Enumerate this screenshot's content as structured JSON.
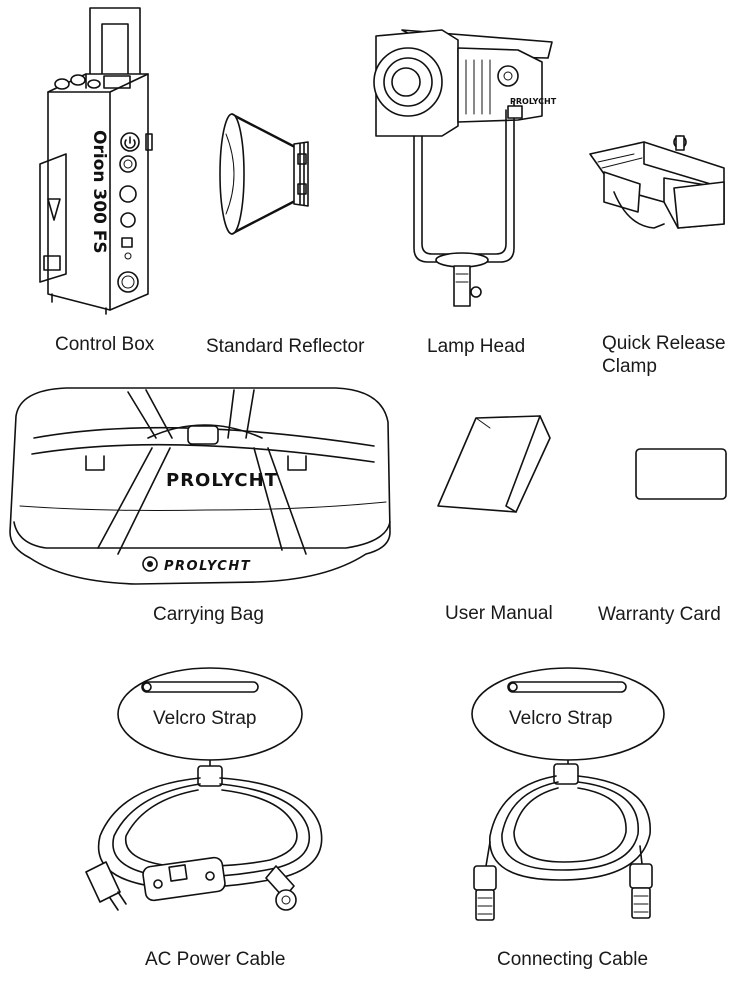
{
  "items": {
    "control_box": {
      "label": "Control Box",
      "model_text": "Orion 300 FS"
    },
    "standard_reflector": {
      "label": "Standard Reflector"
    },
    "lamp_head": {
      "label": "Lamp Head",
      "brand_text": "PROLYCHT"
    },
    "quick_release_clamp": {
      "label": "Quick Release\nClamp"
    },
    "carrying_bag": {
      "label": "Carrying Bag",
      "brand_text_top": "PROLYCHT",
      "brand_text_side": "PROLYCHT"
    },
    "user_manual": {
      "label": "User Manual"
    },
    "warranty_card": {
      "label": "Warranty Card"
    },
    "ac_power_cable": {
      "label": "AC Power Cable",
      "strap_label": "Velcro Strap"
    },
    "connecting_cable": {
      "label": "Connecting Cable",
      "strap_label": "Velcro Strap"
    }
  }
}
